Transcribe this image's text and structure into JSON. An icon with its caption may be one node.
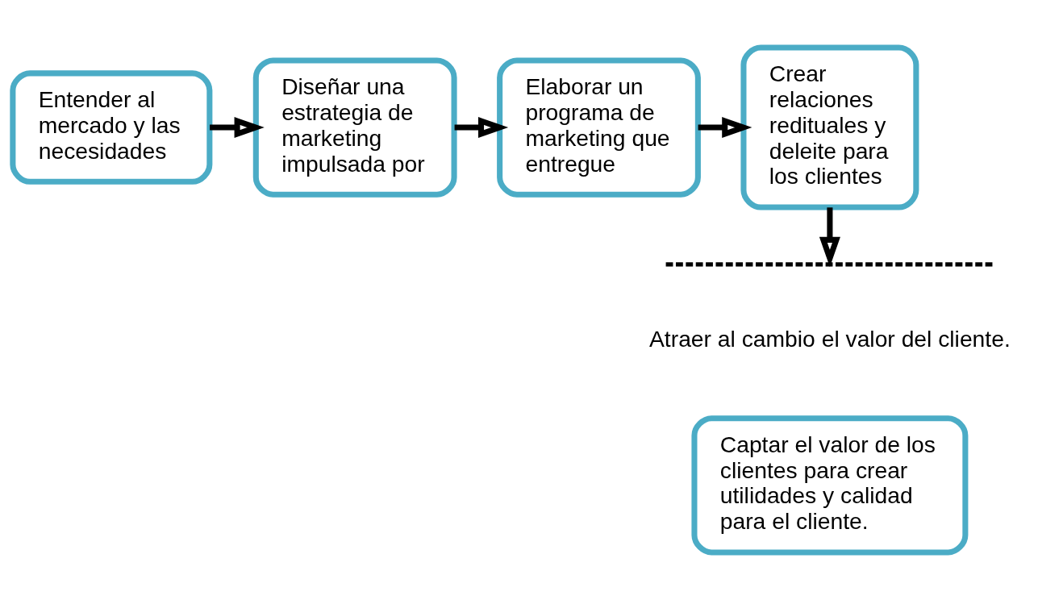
{
  "diagram": {
    "nodes": [
      {
        "text": [
          "Entender al mercado y las necesidades"
        ]
      },
      {
        "text": [
          "Diseñar una estrategia de marketing impulsada por"
        ]
      },
      {
        "text": [
          "Elaborar un programa de marketing que entregue"
        ]
      },
      {
        "text": [
          "Crear relaciones redituales y deleite para los clientes"
        ]
      },
      {
        "text": [],
        "shape": "line"
      },
      {
        "text": [
          "Captar el valor de los clientes para crear utilidades y calidad para el cliente."
        ]
      }
    ],
    "edges": [
      {
        "from": 0,
        "to": 1,
        "arrow": "to"
      },
      {
        "from": 1,
        "to": 2,
        "arrow": "to"
      },
      {
        "from": 2,
        "to": 3,
        "arrow": "to"
      },
      {
        "from": 3,
        "to": 4,
        "arrow": "to"
      }
    ],
    "labels": [
      "Atraer al cambio el valor del cliente."
    ]
  }
}
